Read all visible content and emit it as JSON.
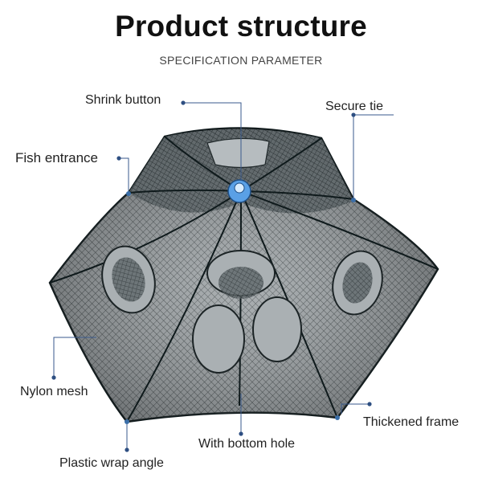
{
  "header": {
    "title": "Product structure",
    "subtitle": "SPECIFICATION PARAMETER"
  },
  "callouts": {
    "shrink_button": "Shrink button",
    "secure_tie": "Secure tie",
    "fish_entrance": "Fish entrance",
    "nylon_mesh": "Nylon mesh",
    "thickened_frame": "Thickened frame",
    "bottom_hole": "With bottom hole",
    "plastic_wrap_angle": "Plastic wrap angle"
  },
  "colors": {
    "net_fill": "#8f9598",
    "net_dark": "#2c3436",
    "frame": "#0f1a1c",
    "leader": "#3a5a8c",
    "button": "#4a90d9"
  }
}
